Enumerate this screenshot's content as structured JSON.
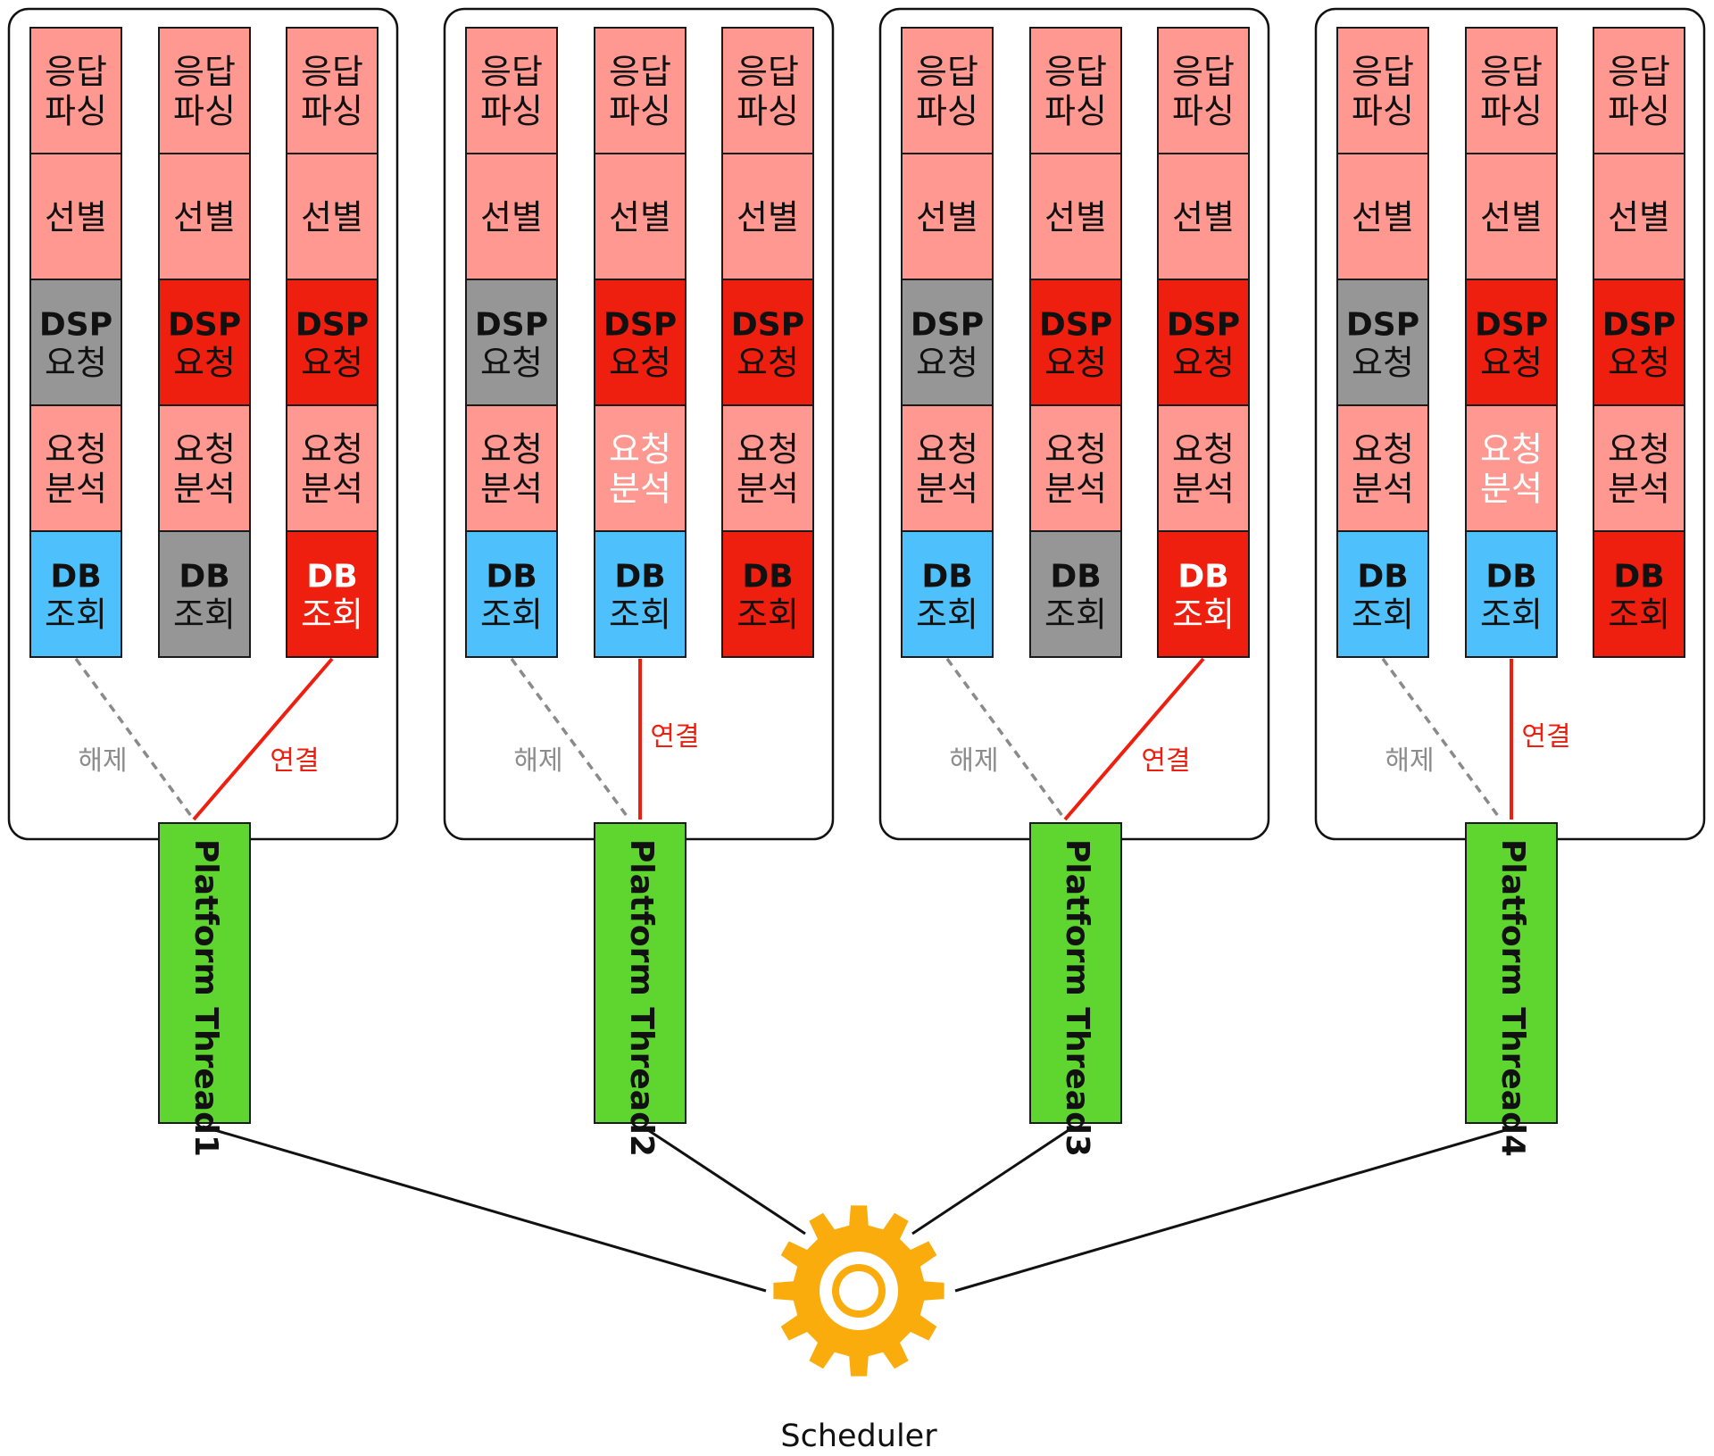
{
  "colors": {
    "pink": "#ff9890",
    "red": "#ee1f0f",
    "gray": "#969696",
    "blue": "#4ec0fb",
    "green": "#5fd52f",
    "gear": "#fbac0d",
    "release_line": "#8a8a8a",
    "connect_line": "#ee1f0f"
  },
  "groups": [
    {
      "thread_label": "Platform Thread1",
      "release_label": "해제",
      "connect_label": "연결",
      "columns": [
        {
          "cells": [
            {
              "lines": [
                "응답",
                "파싱"
              ],
              "fill": "pink",
              "text": "dark"
            },
            {
              "lines": [
                "선별"
              ],
              "fill": "pink",
              "text": "dark"
            },
            {
              "lines": [
                "DSP",
                "요청"
              ],
              "fill": "gray",
              "text": "dark"
            },
            {
              "lines": [
                "요청",
                "분석"
              ],
              "fill": "pink",
              "text": "dark"
            },
            {
              "lines": [
                "DB",
                "조회"
              ],
              "fill": "blue",
              "text": "dark"
            }
          ]
        },
        {
          "cells": [
            {
              "lines": [
                "응답",
                "파싱"
              ],
              "fill": "pink",
              "text": "dark"
            },
            {
              "lines": [
                "선별"
              ],
              "fill": "pink",
              "text": "dark"
            },
            {
              "lines": [
                "DSP",
                "요청"
              ],
              "fill": "red",
              "text": "dark"
            },
            {
              "lines": [
                "요청",
                "분석"
              ],
              "fill": "pink",
              "text": "dark"
            },
            {
              "lines": [
                "DB",
                "조회"
              ],
              "fill": "gray",
              "text": "dark"
            }
          ]
        },
        {
          "cells": [
            {
              "lines": [
                "응답",
                "파싱"
              ],
              "fill": "pink",
              "text": "dark"
            },
            {
              "lines": [
                "선별"
              ],
              "fill": "pink",
              "text": "dark"
            },
            {
              "lines": [
                "DSP",
                "요청"
              ],
              "fill": "red",
              "text": "dark"
            },
            {
              "lines": [
                "요청",
                "분석"
              ],
              "fill": "pink",
              "text": "dark"
            },
            {
              "lines": [
                "DB",
                "조회"
              ],
              "fill": "red",
              "text": "light"
            }
          ]
        }
      ]
    },
    {
      "thread_label": "Platform Thread2",
      "release_label": "해제",
      "connect_label": "연결",
      "columns": [
        {
          "cells": [
            {
              "lines": [
                "응답",
                "파싱"
              ],
              "fill": "pink",
              "text": "dark"
            },
            {
              "lines": [
                "선별"
              ],
              "fill": "pink",
              "text": "dark"
            },
            {
              "lines": [
                "DSP",
                "요청"
              ],
              "fill": "gray",
              "text": "dark"
            },
            {
              "lines": [
                "요청",
                "분석"
              ],
              "fill": "pink",
              "text": "dark"
            },
            {
              "lines": [
                "DB",
                "조회"
              ],
              "fill": "blue",
              "text": "dark"
            }
          ]
        },
        {
          "cells": [
            {
              "lines": [
                "응답",
                "파싱"
              ],
              "fill": "pink",
              "text": "dark"
            },
            {
              "lines": [
                "선별"
              ],
              "fill": "pink",
              "text": "dark"
            },
            {
              "lines": [
                "DSP",
                "요청"
              ],
              "fill": "red",
              "text": "dark"
            },
            {
              "lines": [
                "요청",
                "분석"
              ],
              "fill": "pink",
              "text": "light"
            },
            {
              "lines": [
                "DB",
                "조회"
              ],
              "fill": "blue",
              "text": "dark"
            }
          ]
        },
        {
          "cells": [
            {
              "lines": [
                "응답",
                "파싱"
              ],
              "fill": "pink",
              "text": "dark"
            },
            {
              "lines": [
                "선별"
              ],
              "fill": "pink",
              "text": "dark"
            },
            {
              "lines": [
                "DSP",
                "요청"
              ],
              "fill": "red",
              "text": "dark"
            },
            {
              "lines": [
                "요청",
                "분석"
              ],
              "fill": "pink",
              "text": "dark"
            },
            {
              "lines": [
                "DB",
                "조회"
              ],
              "fill": "red",
              "text": "dark"
            }
          ]
        }
      ]
    },
    {
      "thread_label": "Platform Thread3",
      "release_label": "해제",
      "connect_label": "연결",
      "columns": [
        {
          "cells": [
            {
              "lines": [
                "응답",
                "파싱"
              ],
              "fill": "pink",
              "text": "dark"
            },
            {
              "lines": [
                "선별"
              ],
              "fill": "pink",
              "text": "dark"
            },
            {
              "lines": [
                "DSP",
                "요청"
              ],
              "fill": "gray",
              "text": "dark"
            },
            {
              "lines": [
                "요청",
                "분석"
              ],
              "fill": "pink",
              "text": "dark"
            },
            {
              "lines": [
                "DB",
                "조회"
              ],
              "fill": "blue",
              "text": "dark"
            }
          ]
        },
        {
          "cells": [
            {
              "lines": [
                "응답",
                "파싱"
              ],
              "fill": "pink",
              "text": "dark"
            },
            {
              "lines": [
                "선별"
              ],
              "fill": "pink",
              "text": "dark"
            },
            {
              "lines": [
                "DSP",
                "요청"
              ],
              "fill": "red",
              "text": "dark"
            },
            {
              "lines": [
                "요청",
                "분석"
              ],
              "fill": "pink",
              "text": "dark"
            },
            {
              "lines": [
                "DB",
                "조회"
              ],
              "fill": "gray",
              "text": "dark"
            }
          ]
        },
        {
          "cells": [
            {
              "lines": [
                "응답",
                "파싱"
              ],
              "fill": "pink",
              "text": "dark"
            },
            {
              "lines": [
                "선별"
              ],
              "fill": "pink",
              "text": "dark"
            },
            {
              "lines": [
                "DSP",
                "요청"
              ],
              "fill": "red",
              "text": "dark"
            },
            {
              "lines": [
                "요청",
                "분석"
              ],
              "fill": "pink",
              "text": "dark"
            },
            {
              "lines": [
                "DB",
                "조회"
              ],
              "fill": "red",
              "text": "light"
            }
          ]
        }
      ]
    },
    {
      "thread_label": "Platform Thread4",
      "release_label": "해제",
      "connect_label": "연결",
      "columns": [
        {
          "cells": [
            {
              "lines": [
                "응답",
                "파싱"
              ],
              "fill": "pink",
              "text": "dark"
            },
            {
              "lines": [
                "선별"
              ],
              "fill": "pink",
              "text": "dark"
            },
            {
              "lines": [
                "DSP",
                "요청"
              ],
              "fill": "gray",
              "text": "dark"
            },
            {
              "lines": [
                "요청",
                "분석"
              ],
              "fill": "pink",
              "text": "dark"
            },
            {
              "lines": [
                "DB",
                "조회"
              ],
              "fill": "blue",
              "text": "dark"
            }
          ]
        },
        {
          "cells": [
            {
              "lines": [
                "응답",
                "파싱"
              ],
              "fill": "pink",
              "text": "dark"
            },
            {
              "lines": [
                "선별"
              ],
              "fill": "pink",
              "text": "dark"
            },
            {
              "lines": [
                "DSP",
                "요청"
              ],
              "fill": "red",
              "text": "dark"
            },
            {
              "lines": [
                "요청",
                "분석"
              ],
              "fill": "pink",
              "text": "light"
            },
            {
              "lines": [
                "DB",
                "조회"
              ],
              "fill": "blue",
              "text": "dark"
            }
          ]
        },
        {
          "cells": [
            {
              "lines": [
                "응답",
                "파싱"
              ],
              "fill": "pink",
              "text": "dark"
            },
            {
              "lines": [
                "선별"
              ],
              "fill": "pink",
              "text": "dark"
            },
            {
              "lines": [
                "DSP",
                "요청"
              ],
              "fill": "red",
              "text": "dark"
            },
            {
              "lines": [
                "요청",
                "분석"
              ],
              "fill": "pink",
              "text": "dark"
            },
            {
              "lines": [
                "DB",
                "조회"
              ],
              "fill": "red",
              "text": "dark"
            }
          ]
        }
      ]
    }
  ],
  "scheduler": {
    "label": "Scheduler",
    "icon": "gear-icon"
  }
}
